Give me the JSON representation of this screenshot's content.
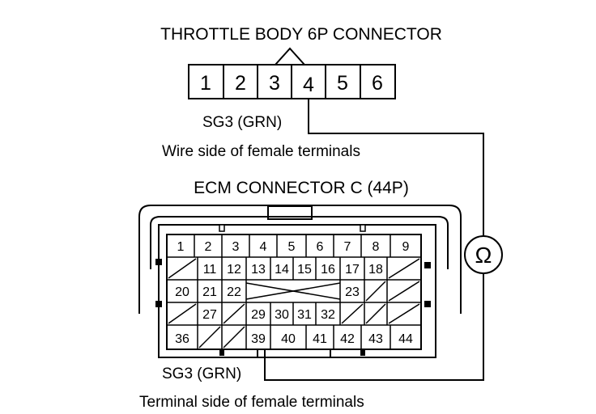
{
  "throttle_connector": {
    "title": "THROTTLE BODY 6P CONNECTOR",
    "pins": [
      "1",
      "2",
      "3",
      "4",
      "5",
      "6"
    ],
    "signal_label": "SG3 (GRN)",
    "view_caption": "Wire side of female terminals"
  },
  "ecm_connector": {
    "title": "ECM CONNECTOR C (44P)",
    "rows": [
      [
        "1",
        "2",
        "3",
        "4",
        "5",
        "6",
        "7",
        "8",
        "9"
      ],
      [
        "",
        "11",
        "12",
        "13",
        "14",
        "15",
        "16",
        "17",
        "18",
        ""
      ],
      [
        "20",
        "21",
        "22",
        "",
        "",
        "",
        "",
        "23",
        "",
        ""
      ],
      [
        "",
        "27",
        "",
        "29",
        "30",
        "31",
        "32",
        "",
        "",
        ""
      ],
      [
        "36",
        "",
        "",
        "39",
        "40",
        "41",
        "42",
        "43",
        "44"
      ]
    ],
    "signal_label": "SG3 (GRN)",
    "view_caption": "Terminal side of female terminals"
  },
  "meter": {
    "symbol": "Ω"
  }
}
